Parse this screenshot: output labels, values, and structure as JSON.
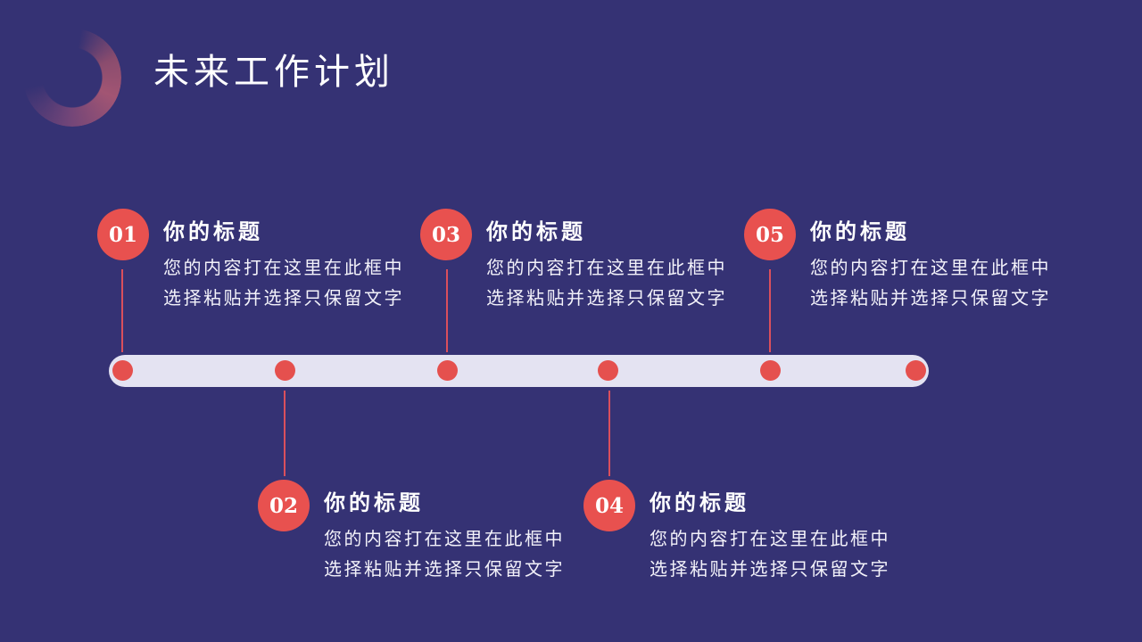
{
  "slide": {
    "title": "未来工作计划",
    "items": [
      {
        "number": "01",
        "title": "你的标题",
        "body": [
          "您的内容打在这里在此框中",
          "选择粘贴并选择只保留文字"
        ]
      },
      {
        "number": "02",
        "title": "你的标题",
        "body": [
          "您的内容打在这里在此框中",
          "选择粘贴并选择只保留文字"
        ]
      },
      {
        "number": "03",
        "title": "你的标题",
        "body": [
          "您的内容打在这里在此框中",
          "选择粘贴并选择只保留文字"
        ]
      },
      {
        "number": "04",
        "title": "你的标题",
        "body": [
          "您的内容打在这里在此框中",
          "选择粘贴并选择只保留文字"
        ]
      },
      {
        "number": "05",
        "title": "你的标题",
        "body": [
          "您的内容打在这里在此框中",
          "选择粘贴并选择只保留文字"
        ]
      }
    ],
    "colors": {
      "background": "#353274",
      "accent_red": "#e8514f",
      "timeline_bar": "#e4e3f2",
      "connector_red": "#da4f5c",
      "ring_rose": "#a25573",
      "text": "#ffffff"
    }
  }
}
